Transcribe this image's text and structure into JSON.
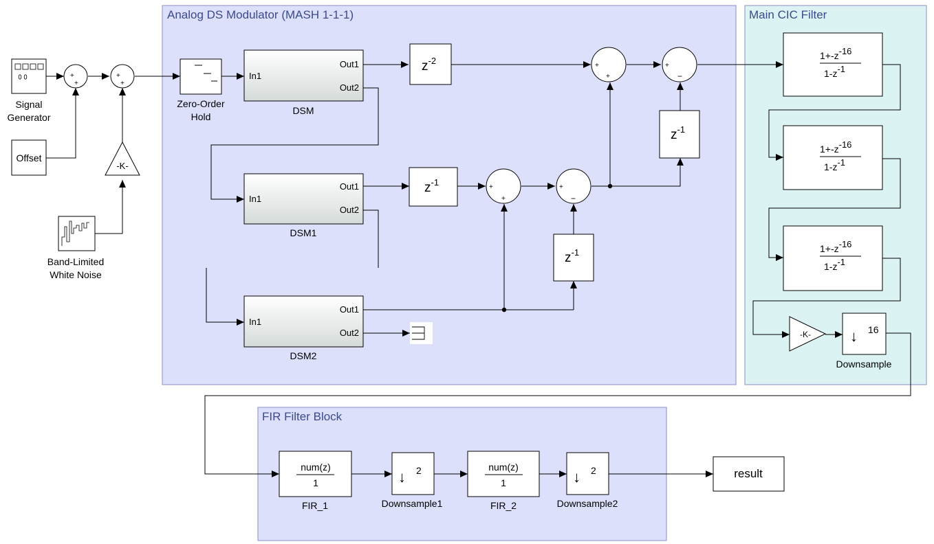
{
  "groups": {
    "analog": "Analog DS Modulator (MASH 1-1-1)",
    "cic": "Main CIC Filter",
    "fir": "FIR Filter Block"
  },
  "blocks": {
    "signal_generator": "Signal\nGenerator",
    "offset": "Offset",
    "gain_k": "-K-",
    "noise": "Band-Limited\nWhite Noise",
    "zoh": "Zero-Order\nHold",
    "dsm": {
      "name": "DSM",
      "in": "In1",
      "out1": "Out1",
      "out2": "Out2"
    },
    "dsm1": {
      "name": "DSM1",
      "in": "In1",
      "out1": "Out1",
      "out2": "Out2"
    },
    "dsm2": {
      "name": "DSM2",
      "in": "In1",
      "out1": "Out1",
      "out2": "Out2"
    },
    "delay_z2": {
      "base": "z",
      "exp": "-2"
    },
    "delay_z1": {
      "base": "z",
      "exp": "-1"
    },
    "cic_stage": {
      "num_a": "1+-z",
      "num_exp": "-16",
      "den_a": "1-z",
      "den_exp": "-1"
    },
    "gain_k2": "-K-",
    "downsample": {
      "label": "Downsample",
      "factor": "16"
    },
    "fir1": {
      "label": "FIR_1",
      "num": "num(z)",
      "den": "1"
    },
    "fir2": {
      "label": "FIR_2",
      "num": "num(z)",
      "den": "1"
    },
    "downsample1": {
      "label": "Downsample1",
      "factor": "2"
    },
    "downsample2": {
      "label": "Downsample2",
      "factor": "2"
    },
    "result": "result",
    "arrow_down": "↓",
    "sign_plus": "+",
    "sign_minus": "−"
  },
  "colors": {
    "analog_fill": "#dde0fb",
    "cic_fill": "#dcf3f4",
    "fir_fill": "#dde0fb",
    "group_border": "#8a8fc7",
    "group_title": "#3c4a8a",
    "block_fill": "#ffffff",
    "dsm_gradient_top": "#ffffff",
    "dsm_gradient_bottom": "#d5dbd9",
    "line": "#000000"
  }
}
